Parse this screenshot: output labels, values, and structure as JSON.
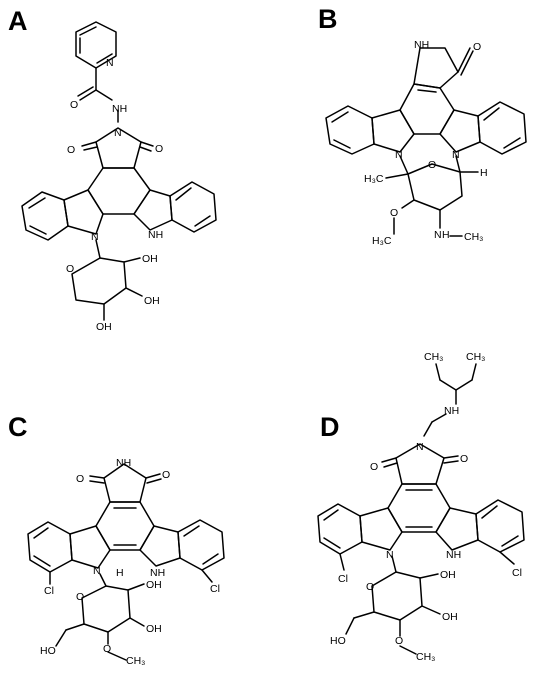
{
  "panels": [
    {
      "letter": "A",
      "atoms": {
        "n_pyridine": "N",
        "nh_hydrazide": "NH",
        "o_amide": "O",
        "n_imide": "N",
        "o_imide_left": "O",
        "o_imide_right": "O",
        "n_indole": "N",
        "nh_indole": "NH",
        "o_sugar": "O",
        "oh_1": "OH",
        "oh_2": "OH",
        "oh_3": "OH"
      }
    },
    {
      "letter": "B",
      "atoms": {
        "nh_lactam": "NH",
        "o_lactam": "O",
        "n_left": "N",
        "n_right": "N",
        "o_ring": "O",
        "h_bridge": "H",
        "ch3_left": "H₃C",
        "o_methoxy": "O",
        "h3c_methoxy": "H₃C",
        "nh_amine": "N",
        "h_amine": "H",
        "ch3_amine": "CH₃"
      }
    },
    {
      "letter": "C",
      "atoms": {
        "nh_imide": "NH",
        "o_left": "O",
        "o_right": "O",
        "n_indole": "N",
        "nh_indole": "NH",
        "cl_left": "Cl",
        "cl_right": "Cl",
        "h_anomeric": "H",
        "o_sugar": "O",
        "oh_1": "OH",
        "oh_2": "OH",
        "ho_ch2": "HO",
        "o_methoxy": "O",
        "ch3_methoxy": "CH₃"
      }
    },
    {
      "letter": "D",
      "atoms": {
        "ch3_left": "CH₃",
        "ch3_right": "CH₃",
        "nh_amine": "NH",
        "n_imide": "N",
        "o_left": "O",
        "o_right": "O",
        "n_indole": "N",
        "nh_indole": "NH",
        "cl_left": "Cl",
        "cl_right": "Cl",
        "o_sugar": "O",
        "oh_1": "OH",
        "oh_2": "OH",
        "ho_ch2": "HO",
        "o_methoxy": "O",
        "ch3_methoxy": "CH₃"
      }
    }
  ]
}
